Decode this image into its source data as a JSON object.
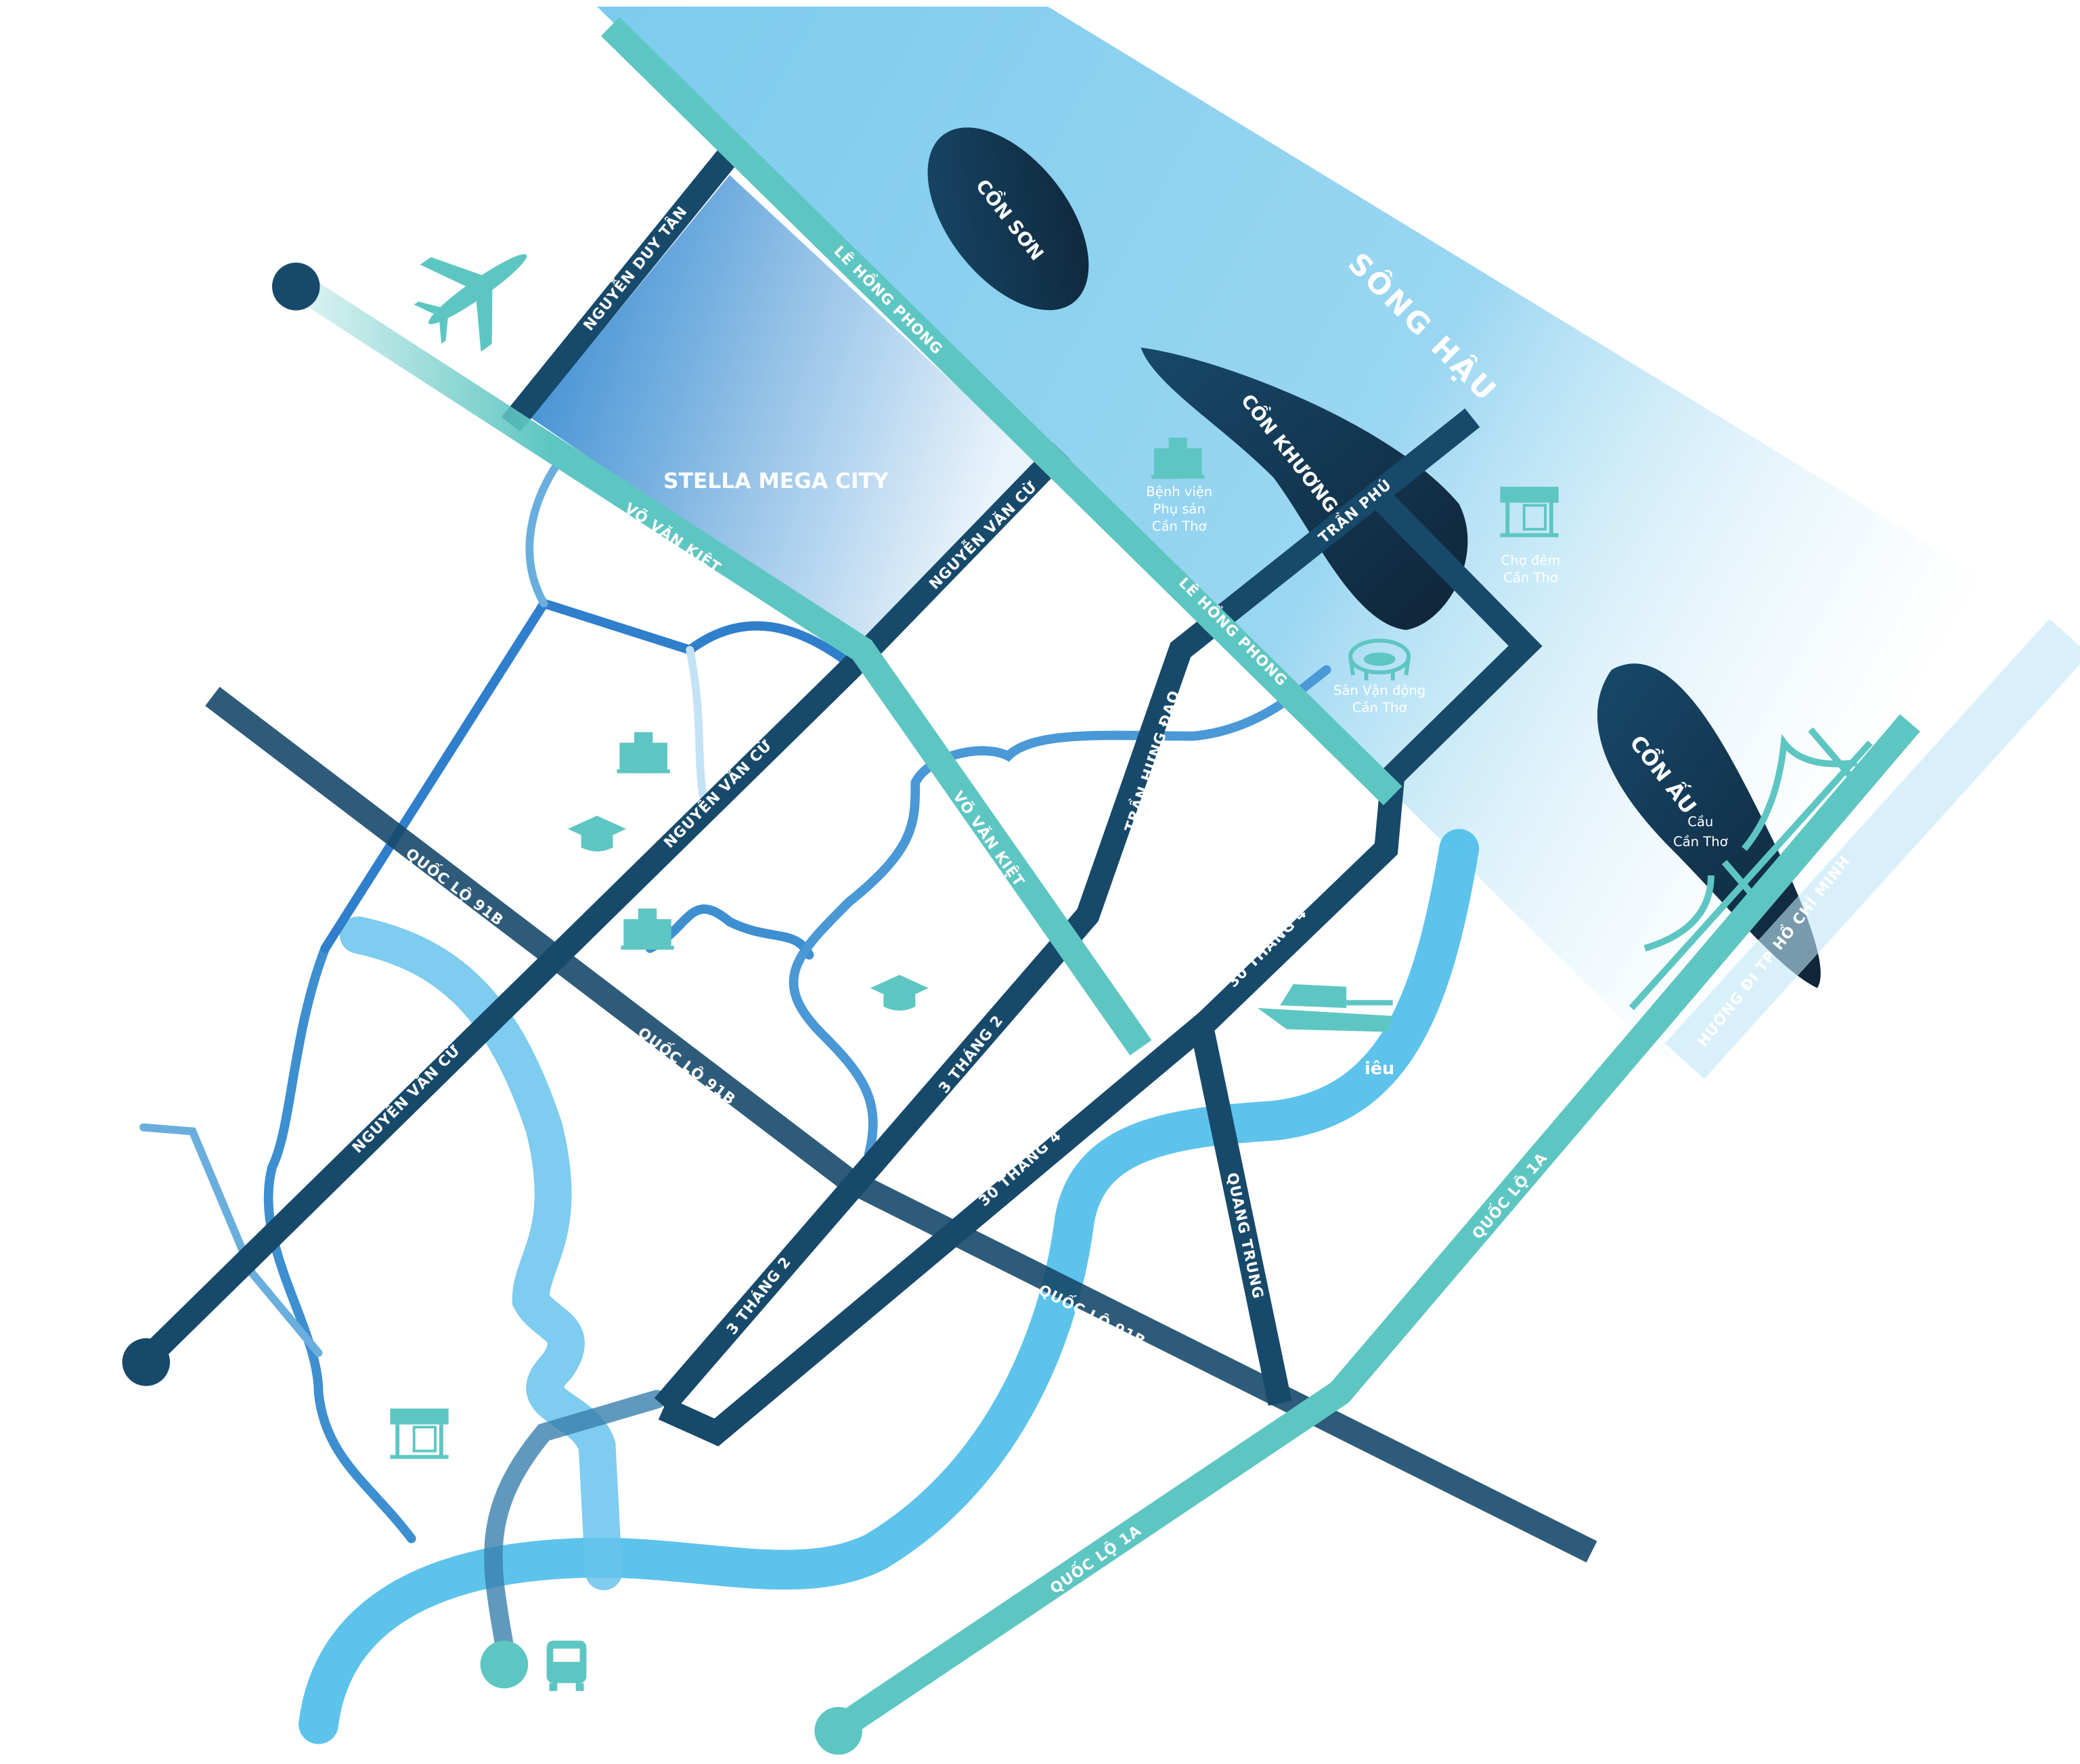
{
  "colors": {
    "dark": "#17496a",
    "teal": "#5ec6c2",
    "river": "#7ccbee",
    "canal": "#4fa3db",
    "island": "#133450",
    "stella": "#2f86cf"
  },
  "river": {
    "name": "SÔNG HẬU"
  },
  "project": {
    "name": "STELLA MEGA CITY"
  },
  "islands": [
    "CỒN SƠN",
    "CỒN KHƯƠNG",
    "CỒN ẤU"
  ],
  "roads": {
    "nguyen_duy_tan": "NGUYỄN DUY TÂN",
    "le_hong_phong": "LÊ HỒNG PHONG",
    "vo_van_kiet": "VÕ VĂN KIỆT",
    "nguyen_van_cu": "NGUYỄN VĂN CỪ",
    "quoc_lo_91b": "QUỐC LỘ 91B",
    "tran_phu": "TRẦN PHÚ",
    "tran_hung_dao": "TRẦN HƯNG ĐẠO",
    "ba_thang_hai": "3 THÁNG 2",
    "ba_muoi_thang_tu": "30 THÁNG 4",
    "quang_trung": "QUANG TRUNG",
    "quoc_lo_1a": "QUỐC LỘ 1A",
    "huong_tphcm": "HƯỚNG ĐI TP HỒ CHÍ MINH"
  },
  "poi": {
    "hospital": [
      "Bệnh viện",
      "Phụ sản",
      "Cần Thơ"
    ],
    "night_market": [
      "Chợ đêm",
      "Cần Thơ"
    ],
    "stadium": [
      "Sân Vận động",
      "Cần Thơ"
    ],
    "bridge": [
      "Cầu",
      "Cần Thơ"
    ],
    "wharf": "iêu"
  },
  "icons": [
    "airplane-icon",
    "hospital-icon",
    "graduation-cap-icon",
    "market-icon",
    "stadium-icon",
    "boat-icon",
    "bus-icon",
    "bridge-icon"
  ]
}
